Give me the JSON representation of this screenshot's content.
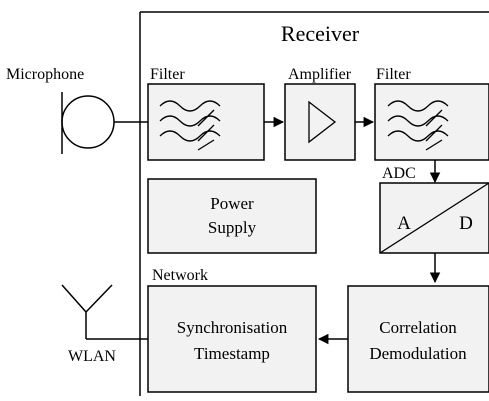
{
  "receiver_title": "Receiver",
  "labels": {
    "microphone": "Microphone",
    "filter_1": "Filter",
    "amplifier": "Amplifier",
    "filter_2": "Filter",
    "adc": "ADC",
    "adc_a": "A",
    "adc_d": "D",
    "power_supply_line1": "Power",
    "power_supply_line2": "Supply",
    "network": "Network",
    "sync_line1": "Synchronisation",
    "sync_line2": "Timestamp",
    "corr_line1": "Correlation",
    "corr_line2": "Demodulation",
    "wlan": "WLAN"
  },
  "colors": {
    "block_fill": "#f2f2f2",
    "stroke": "#000000",
    "background": "#ffffff"
  },
  "icons": {
    "microphone": "microphone-icon",
    "antenna": "antenna-icon",
    "filter": "filter-icon",
    "amplifier": "amplifier-triangle-icon"
  }
}
